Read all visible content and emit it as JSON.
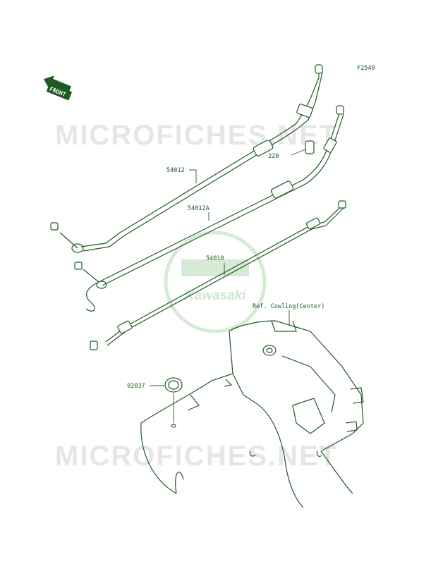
{
  "figure_code": "F2540",
  "watermark_top": "MICROFICHES.NET",
  "watermark_bottom": "MICROFICHES.NET",
  "logo_text": "Kawasaki",
  "front_badge": "FRONT",
  "callouts": {
    "cable_upper": "54012",
    "cable_middle": "54012A",
    "cable_lower": "54010",
    "clamp": "220",
    "grommet": "92037",
    "reference": "Ref. Cowling(Center)"
  },
  "colors": {
    "line": "#1f5a22",
    "watermark": "#e6e6e6",
    "logo": "#d6ead6"
  }
}
